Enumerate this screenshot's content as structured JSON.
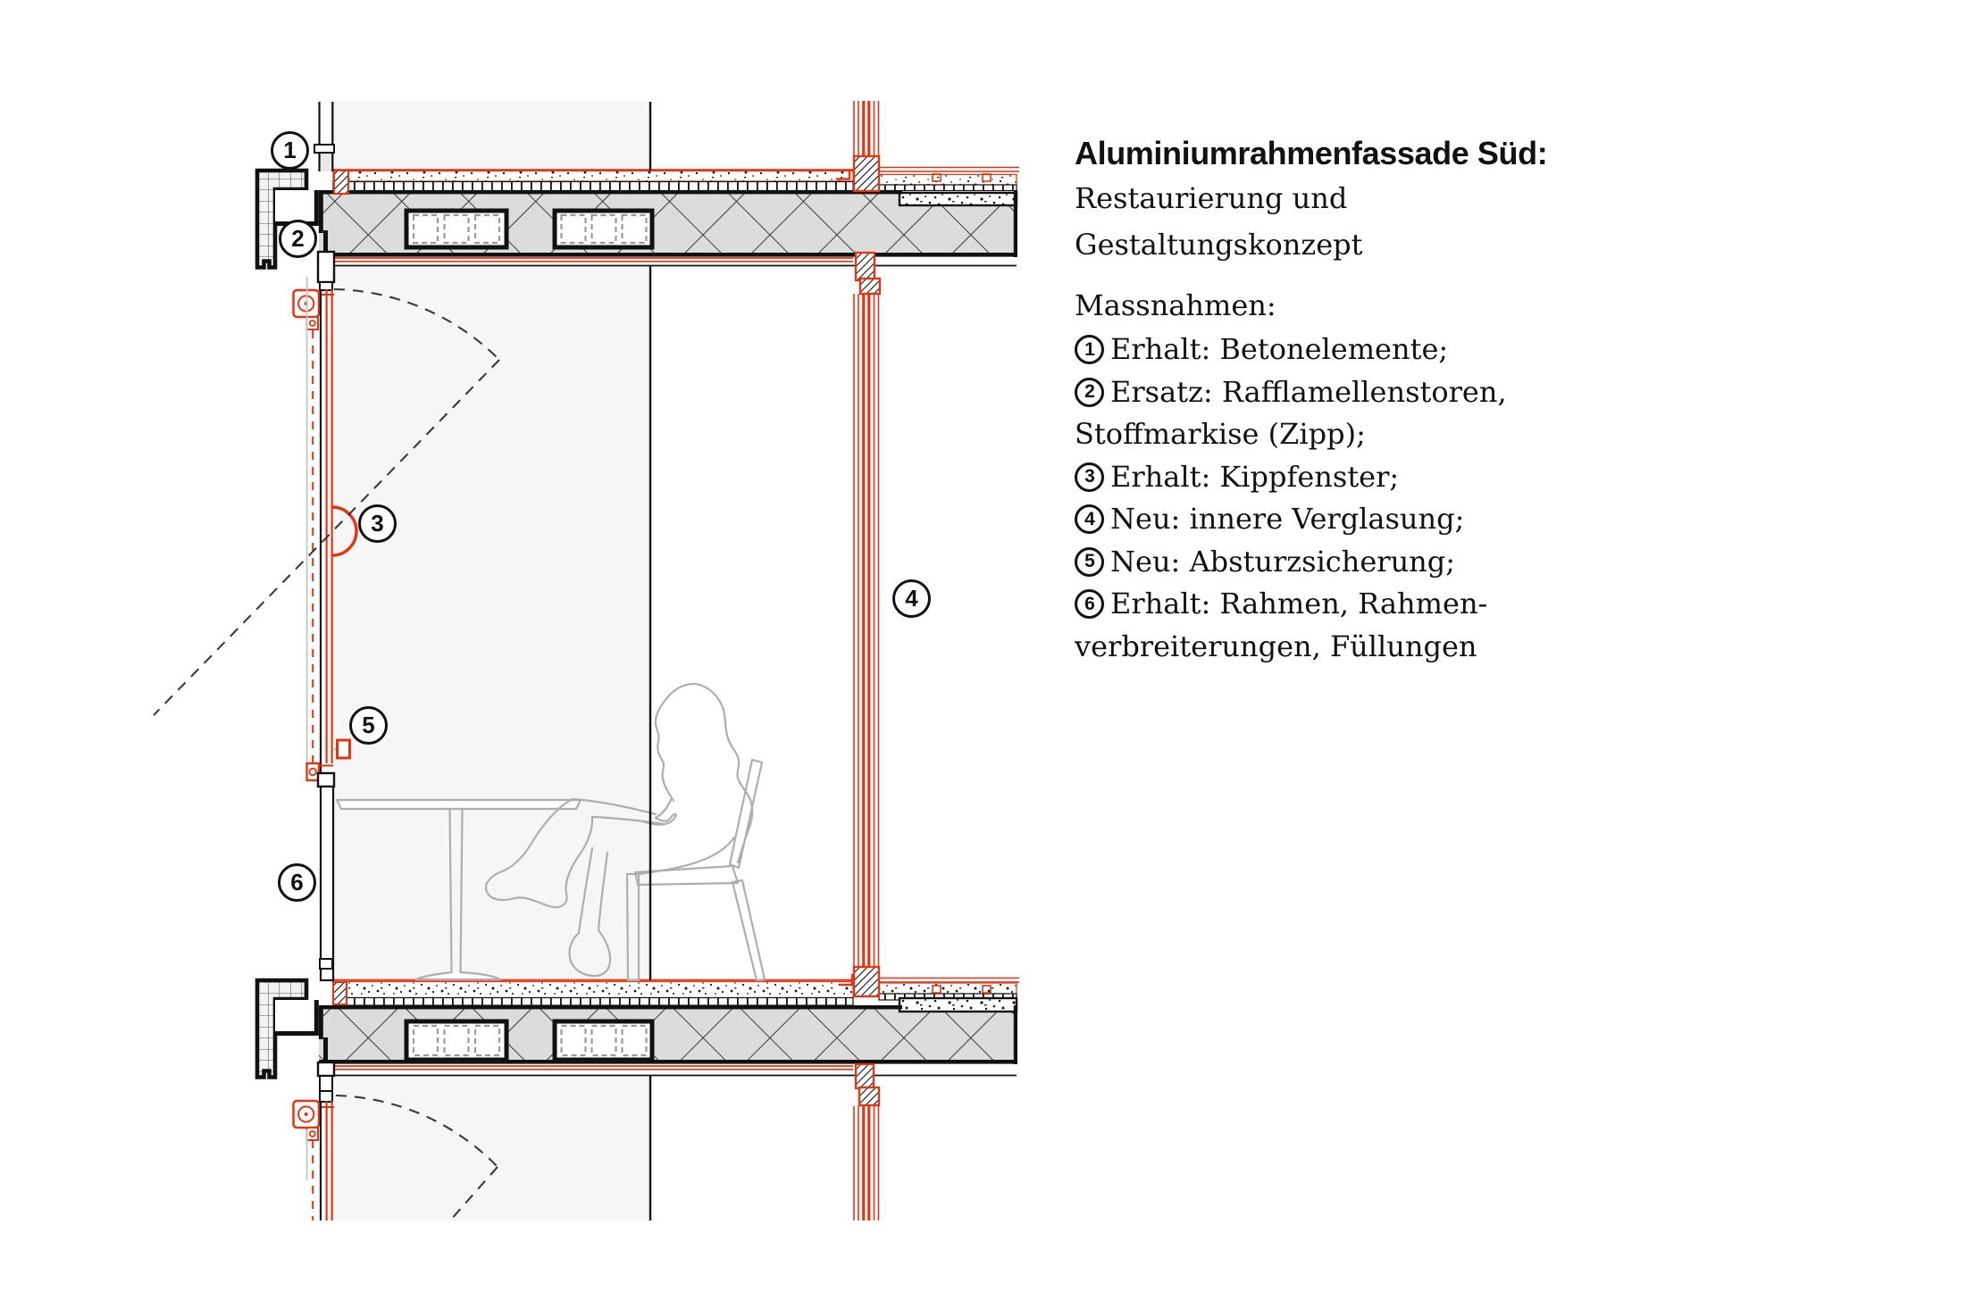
{
  "text_panel": {
    "title": "Aluminiumrahmenfassade Süd:",
    "subtitle_lines": {
      "0": "Restaurierung und",
      "1": "Gestaltungskonzept"
    },
    "section_label": "Massnahmen:",
    "measures": {
      "0": {
        "num": "1",
        "text": "Erhalt: Betonelemente;"
      },
      "1": {
        "num": "2",
        "text": "Ersatz: Rafflamellenstoren,"
      },
      "2": {
        "num": "",
        "text": "Stoffmarkise (Zipp);"
      },
      "3": {
        "num": "3",
        "text": "Erhalt: Kippfenster;"
      },
      "4": {
        "num": "4",
        "text": "Neu: innere Verglasung;"
      },
      "5": {
        "num": "5",
        "text": "Neu: Absturzsicherung;"
      },
      "6": {
        "num": "6",
        "text": "Erhalt: Rahmen, Rahmen-"
      },
      "7": {
        "num": "",
        "text": "verbreiterungen, Füllungen"
      }
    }
  },
  "drawing": {
    "callouts": {
      "0": {
        "number": "1"
      },
      "1": {
        "number": "2"
      },
      "2": {
        "number": "3"
      },
      "3": {
        "number": "4"
      },
      "4": {
        "number": "5"
      },
      "5": {
        "number": "6"
      }
    },
    "colors": {
      "accent_red": "#e63312",
      "line_black": "#1a1a1a",
      "glass_zone_gray": "#f6f6f6",
      "slab_fill_gray": "#dcdcdc",
      "furniture_gray": "#aeaeae"
    }
  }
}
